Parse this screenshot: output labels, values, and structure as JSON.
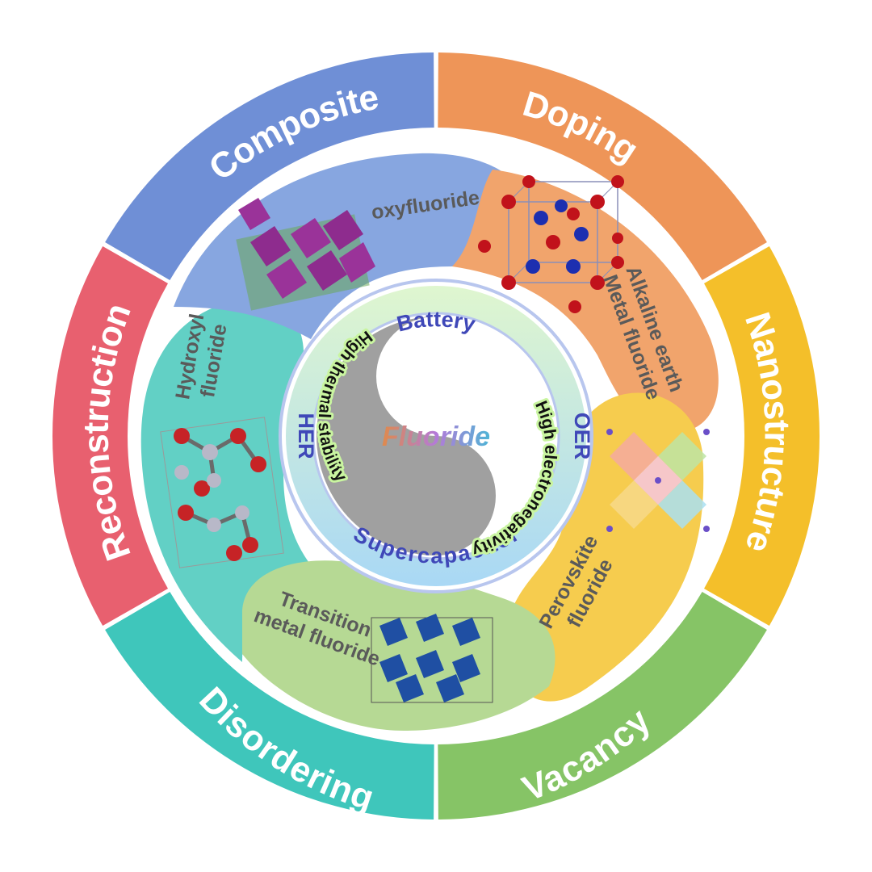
{
  "outer_ring": [
    {
      "label": "Composite",
      "color": "#6f8fd6"
    },
    {
      "label": "Doping",
      "color": "#ee9558"
    },
    {
      "label": "Nanostructure",
      "color": "#f4bf2a"
    },
    {
      "label": "Vacancy",
      "color": "#86c466"
    },
    {
      "label": "Disordering",
      "color": "#3fc6bb"
    },
    {
      "label": "Reconstruction",
      "color": "#e8606f"
    }
  ],
  "petals": {
    "oxyfluoride": {
      "label": "oxyfluoride",
      "color": "#87a6e0"
    },
    "alkaline": {
      "line1": "Alkaline earth",
      "line2": "Metal fluoride",
      "color": "#f1a46c"
    },
    "perovskite": {
      "line1": "Perovskite",
      "line2": "fluoride",
      "color": "#f6cc4e"
    },
    "transition": {
      "line1": "Transition",
      "line2": "metal fluoride",
      "color": "#b6d994"
    },
    "hydroxyl": {
      "line1": "Hydroxyl",
      "line2": "fluoride",
      "color": "#62d0c5"
    }
  },
  "applications": {
    "top": "Battery",
    "left": "HER",
    "right": "OER",
    "bottom": "Supercapacitor"
  },
  "properties": {
    "upper": "High thermal stability",
    "lower": "High electronegativity"
  },
  "center": {
    "label": "Fluoride",
    "gradient": [
      "#e08a4a",
      "#b47ad8",
      "#4fb5d6"
    ]
  }
}
